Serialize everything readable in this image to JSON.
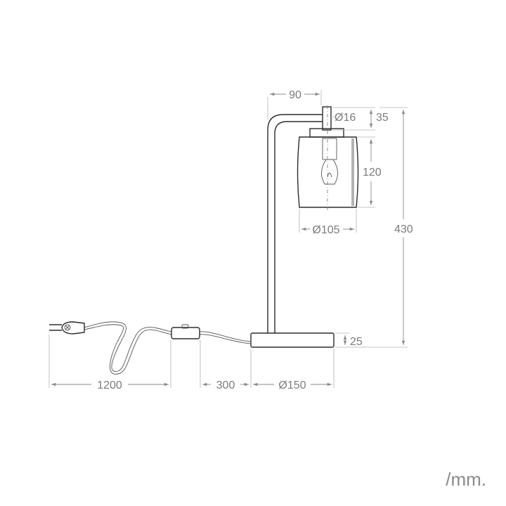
{
  "dimensions": {
    "arm_reach": "90",
    "holder_diameter": "Ø16",
    "holder_height": "35",
    "shade_height": "120",
    "shade_diameter": "Ø105",
    "total_height": "430",
    "base_height": "25",
    "cable_length": "1200",
    "switch_distance": "300",
    "base_diameter": "Ø150"
  },
  "unit_label": "/mm."
}
